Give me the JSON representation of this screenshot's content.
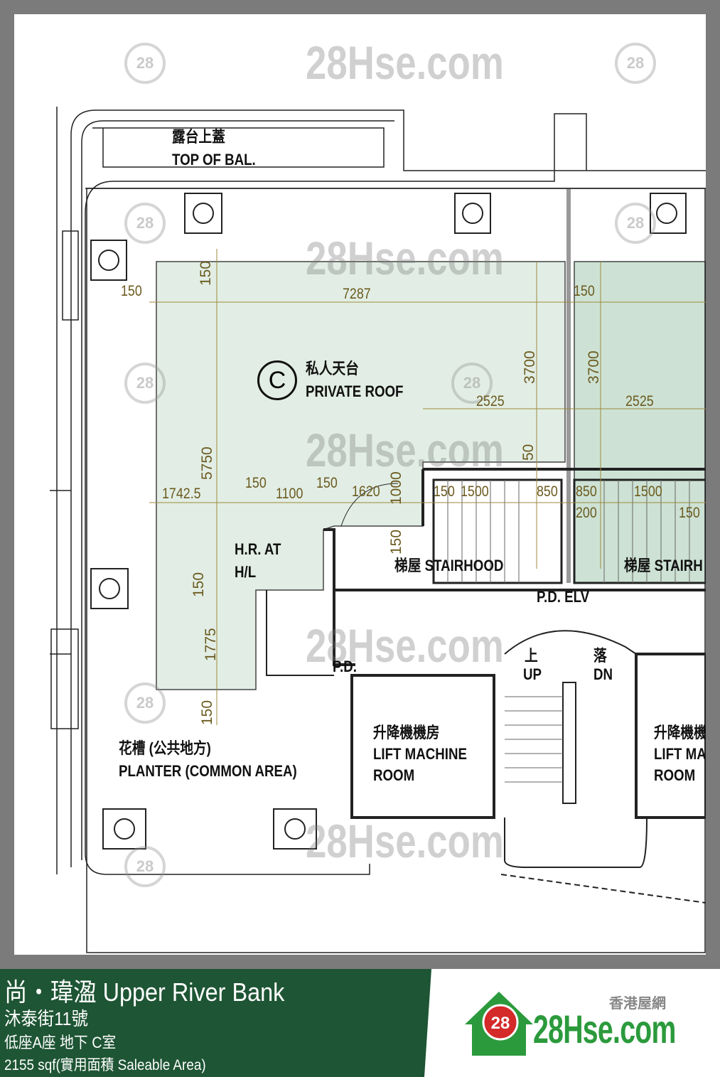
{
  "plan": {
    "labels": {
      "top_of_bal_zh": "露台上蓋",
      "top_of_bal_en": "TOP OF BAL.",
      "roof_mark": "C",
      "private_roof_zh": "私人天台",
      "private_roof_en": "PRIVATE ROOF",
      "hr_at": "H.R. AT",
      "hl": "H/L",
      "stairhood_left": "梯屋 STAIRHOOD",
      "stairhood_right": "梯屋 STAIRH",
      "pd_elv": "P.D. ELV",
      "pd": "P.D.",
      "up_zh": "上",
      "up_en": "UP",
      "dn_zh": "落",
      "dn_en": "DN",
      "lift_left_zh": "升降機機房",
      "lift_left_en1": "LIFT MACHINE",
      "lift_left_en2": "ROOM",
      "lift_right_zh": "升降機機",
      "lift_right_en1": "LIFT MA",
      "lift_right_en2": "ROOM",
      "planter_zh": "花槽 (公共地方)",
      "planter_en": "PLANTER (COMMON AREA)"
    },
    "dimensions": {
      "d150_top": "150",
      "d150_left": "150",
      "d7287": "7287",
      "d150_right": "150",
      "d3700_a": "3700",
      "d3700_b": "3700",
      "d2525_a": "2525",
      "d2525_b": "2525",
      "d5750": "5750",
      "d1742": "1742.5",
      "d150_a": "150",
      "d1100": "1100",
      "d150_b": "150",
      "d1620": "1620",
      "d1000": "1000",
      "d150_c": "150",
      "d1500_a": "1500",
      "d850_a": "850",
      "d850_b": "850",
      "d1500_b": "1500",
      "d150_d": "150",
      "d200": "200",
      "d150_lower": "150",
      "d1775": "1775",
      "d150_bottom": "150",
      "d150_v": "150",
      "d50": "50"
    },
    "watermark": "28Hse.com",
    "watermark_badge": "28",
    "colors": {
      "roof_fill": "#e2eee5",
      "roof_fill_dark": "#cde2d4",
      "dim_line": "#9c8a3c",
      "wall": "#b5b5b5"
    }
  },
  "banner": {
    "title": "尚・瑋溋 Upper River Bank",
    "address": "沐泰街11號",
    "unit": "低座A座 地下 C室",
    "area": "2155 sqf(實用面積 Saleable Area)",
    "logo_subtitle": "香港屋網",
    "logo_text": "28Hse.com",
    "logo_badge": "28",
    "colors": {
      "green": "#1e5534",
      "logo_green": "#2b9a3c",
      "logo_red": "#d42a2a"
    }
  }
}
